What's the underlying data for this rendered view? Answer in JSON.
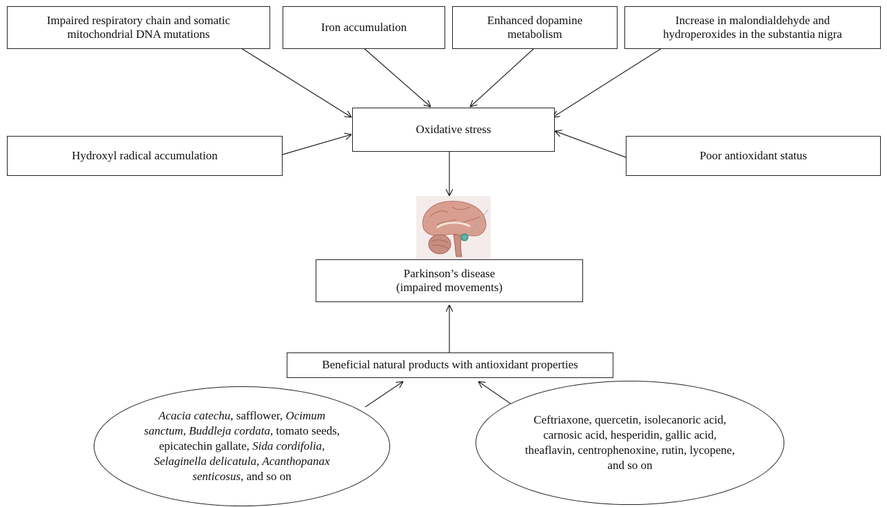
{
  "top_boxes": {
    "respiratory": [
      "Impaired respiratory chain and somatic",
      "mitochondrial DNA mutations"
    ],
    "iron": "Iron accumulation",
    "dopamine": [
      "Enhanced dopamine",
      "metabolism"
    ],
    "malondialdehyde": [
      "Increase in malondialdehyde and",
      "hydroperoxides in the substantia nigra"
    ]
  },
  "side_boxes": {
    "hydroxyl": "Hydroxyl radical accumulation",
    "antioxidant_status": "Poor antioxidant status"
  },
  "center": {
    "oxidative_stress": "Oxidative stress",
    "parkinsons": [
      "Parkinson’s disease",
      "(impaired movements)"
    ]
  },
  "bottom": {
    "beneficial": "Beneficial natural products with antioxidant properties",
    "left_ellipse": {
      "items": [
        {
          "text": "Acacia catechu",
          "italic": true
        },
        {
          "text": ", safflower, ",
          "italic": false
        },
        {
          "text": "Ocimum sanctum, Buddleja cordata",
          "italic": true
        },
        {
          "text": ", tomato seeds, epicatechin gallate, ",
          "italic": false
        },
        {
          "text": "Sida cordifolia, Selaginella delicatula, Acanthopanax senticosus",
          "italic": true
        },
        {
          "text": ", and so on",
          "italic": false
        }
      ]
    },
    "right_ellipse": "Ceftriaxone, quercetin, isolecanoric acid, carnosic acid, hesperidin, gallic acid, theaflavin, centrophenoxine, rutin, lycopene, and so on"
  },
  "icons": {
    "brain": "brain-illustration-icon"
  }
}
